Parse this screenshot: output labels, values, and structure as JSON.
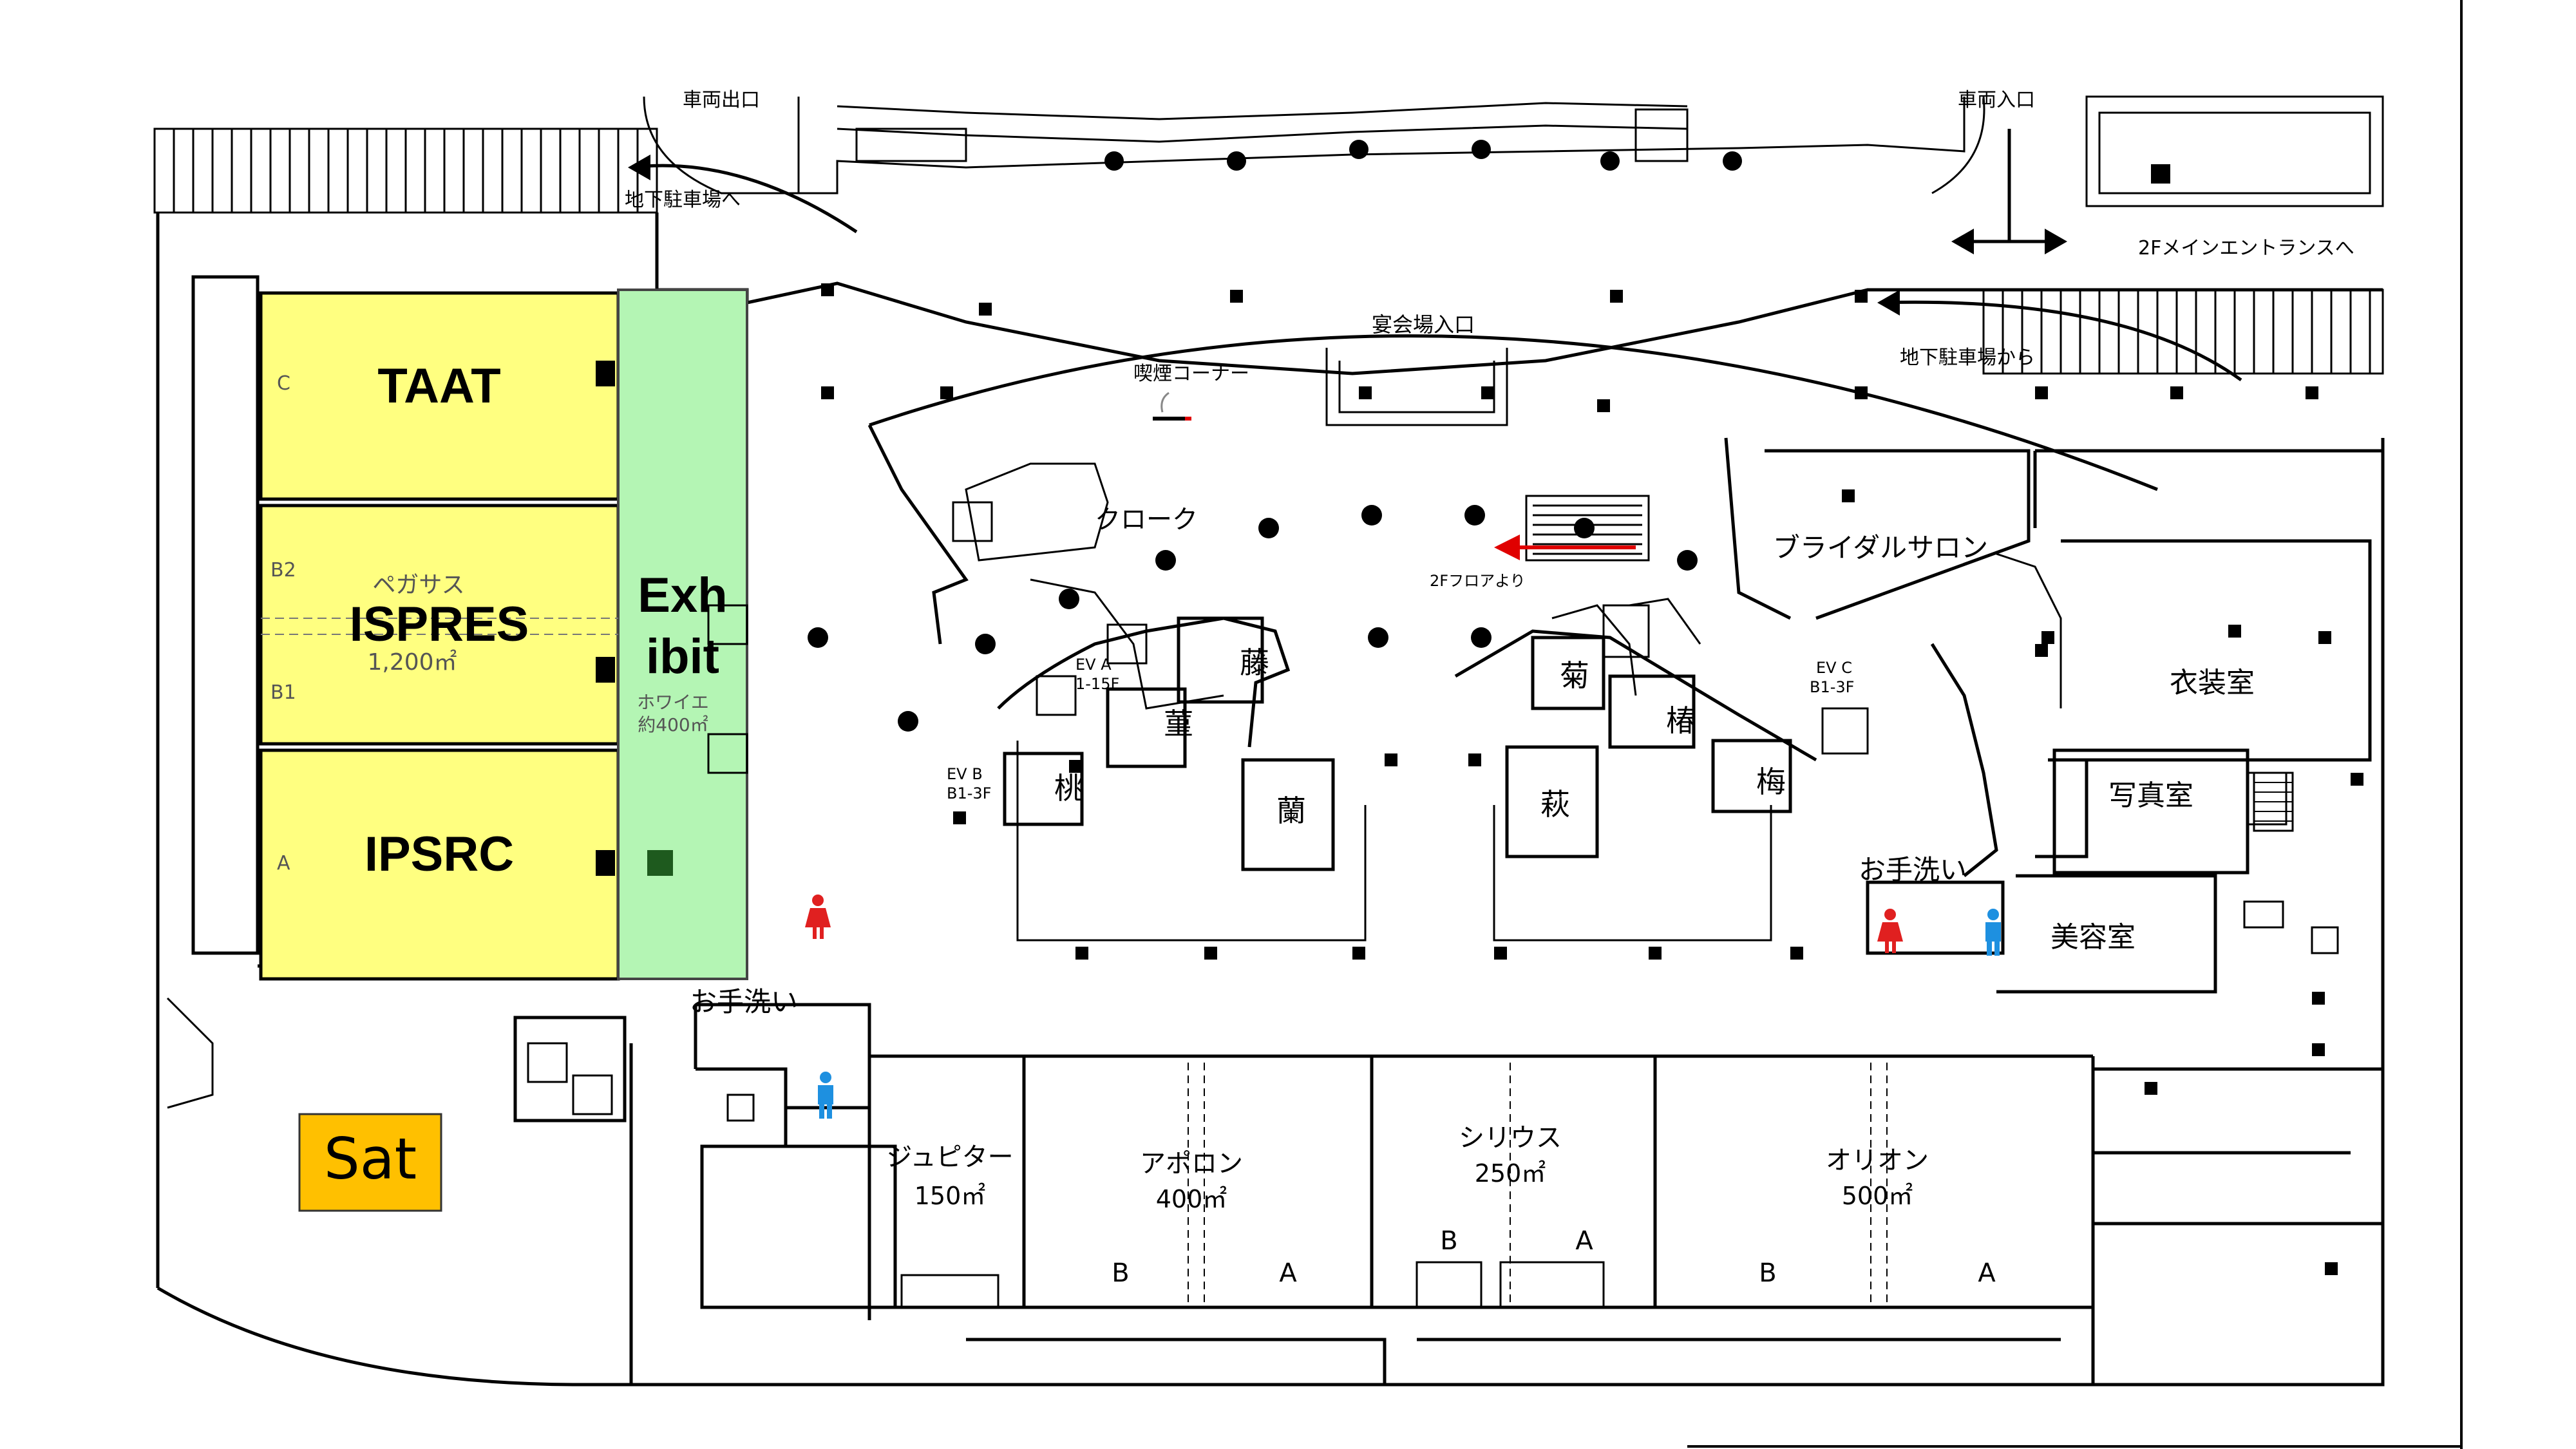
{
  "colors": {
    "conference_highlight": "#FFFF80",
    "exhibit_highlight": "#B4F5B4",
    "sat_highlight": "#FFC000",
    "arrow": "#E00000",
    "female_icon": "#E02020",
    "male_icon": "#1E90E0"
  },
  "highlights": {
    "taat": "TAAT",
    "ispres": "ISPRES",
    "ipsrc": "IPSRC",
    "exhibit_line1": "Exh",
    "exhibit_line2": "ibit",
    "sat": "Sat"
  },
  "pegasus": {
    "name": "ペガサス",
    "area": "1,200㎡",
    "section_c": "C",
    "section_b2": "B2",
    "section_b1": "B1",
    "section_a": "A"
  },
  "foyer": {
    "name": "ホワイエ",
    "area": "約400㎡"
  },
  "labels": {
    "vehicle_exit": "車両出口",
    "vehicle_entrance": "車両入口",
    "to_underground_parking": "地下駐車場へ",
    "from_underground_parking": "地下駐車場から",
    "to_main_entrance": "2Fメインエントランスへ",
    "banquet_entrance": "宴会場入口",
    "smoking_corner": "喫煙コーナー",
    "cloak": "クローク",
    "from_2f": "2Fフロアより",
    "bridal_salon": "ブライダルサロン",
    "costume_room": "衣装室",
    "photo_studio": "写真室",
    "beauty_salon": "美容室",
    "restroom": "お手洗い",
    "restroom2": "お手洗い",
    "ev_a": "EV A",
    "ev_a_floors": "1-15F",
    "ev_b": "EV B",
    "ev_b_floors": "B1-3F",
    "ev_c": "EV C",
    "ev_c_floors": "B1-3F"
  },
  "small_rooms": {
    "fuji": "藤",
    "sumire": "菫",
    "momo": "桃",
    "ran": "蘭",
    "kiku": "菊",
    "tsubaki": "椿",
    "ume": "梅",
    "hagi": "萩"
  },
  "halls": {
    "jupiter": "ジュピター",
    "jupiter_area": "150㎡",
    "apollo": "アポロン",
    "apollo_area": "400㎡",
    "apollo_b": "B",
    "apollo_a": "A",
    "sirius": "シリウス",
    "sirius_area": "250㎡",
    "sirius_b": "B",
    "sirius_a": "A",
    "orion": "オリオン",
    "orion_area": "500㎡",
    "orion_b": "B",
    "orion_a": "A"
  }
}
